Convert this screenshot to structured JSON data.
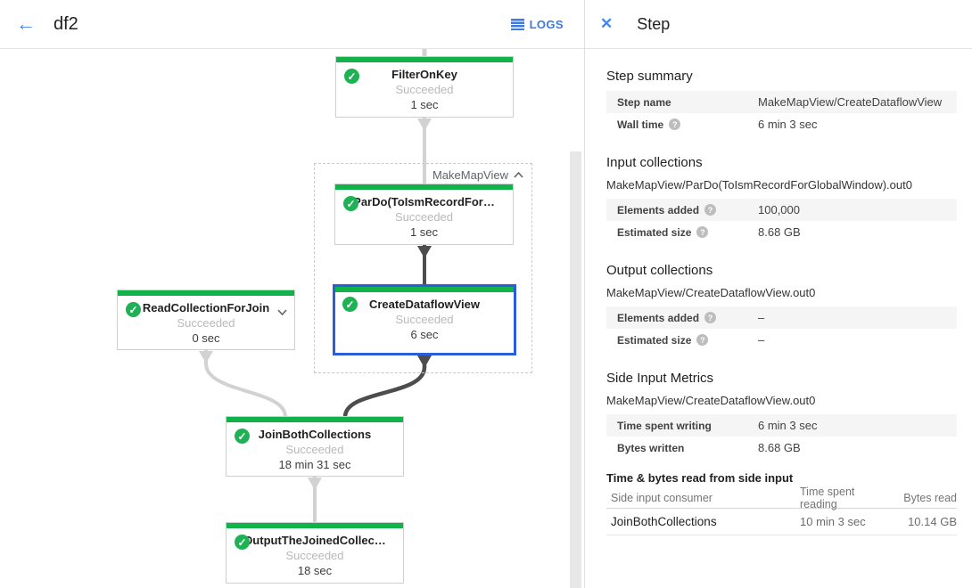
{
  "header": {
    "title": "df2",
    "logs_label": "LOGS"
  },
  "icons": {
    "back": "arrow-left",
    "logs": "list-lines",
    "close": "close-x",
    "node_status": "check-circle",
    "help": "question-mark-circle",
    "group_collapse": "chevron-up",
    "node_expand": "chevron-down"
  },
  "colors": {
    "status_green": "#12b24a",
    "selection_blue": "#2b5cd9",
    "link_blue": "#3f7ae0",
    "edge_gray": "#d2d2d2",
    "edge_dark": "#4d4d4d"
  },
  "graph": {
    "group_label": "MakeMapView",
    "nodes": [
      {
        "title": "FilterOnKey",
        "status": "Succeeded",
        "time": "1 sec"
      },
      {
        "title": "ParDo(ToIsmRecordFor…",
        "status": "Succeeded",
        "time": "1 sec"
      },
      {
        "title": "CreateDataflowView",
        "status": "Succeeded",
        "time": "6 sec"
      },
      {
        "title": "ReadCollectionForJoin",
        "status": "Succeeded",
        "time": "0 sec"
      },
      {
        "title": "JoinBothCollections",
        "status": "Succeeded",
        "time": "18 min 31 sec"
      },
      {
        "title": "OutputTheJoinedCollec…",
        "status": "Succeeded",
        "time": "18 sec"
      }
    ]
  },
  "panel": {
    "title": "Step",
    "sections": [
      {
        "heading": "Step summary",
        "rows": [
          {
            "label": "Step name",
            "value": "MakeMapView/CreateDataflowView"
          },
          {
            "label": "Wall time",
            "value": "6 min 3 sec"
          }
        ]
      },
      {
        "heading": "Input collections",
        "collection": "MakeMapView/ParDo(ToIsmRecordForGlobalWindow).out0",
        "rows": [
          {
            "label": "Elements added",
            "value": "100,000"
          },
          {
            "label": "Estimated size",
            "value": "8.68 GB"
          }
        ]
      },
      {
        "heading": "Output collections",
        "collection": "MakeMapView/CreateDataflowView.out0",
        "rows": [
          {
            "label": "Elements added",
            "value": "–"
          },
          {
            "label": "Estimated size",
            "value": "–"
          }
        ]
      },
      {
        "heading": "Side Input Metrics",
        "collection": "MakeMapView/CreateDataflowView.out0",
        "rows": [
          {
            "label": "Time spent writing",
            "value": "6 min 3 sec"
          },
          {
            "label": "Bytes written",
            "value": "8.68 GB"
          }
        ]
      }
    ],
    "side_input_table": {
      "heading": "Time & bytes read from side input",
      "columns": [
        "Side input consumer",
        "Time spent reading",
        "Bytes read"
      ],
      "row": {
        "consumer": "JoinBothCollections",
        "time": "10 min 3 sec",
        "bytes": "10.14 GB"
      }
    }
  }
}
